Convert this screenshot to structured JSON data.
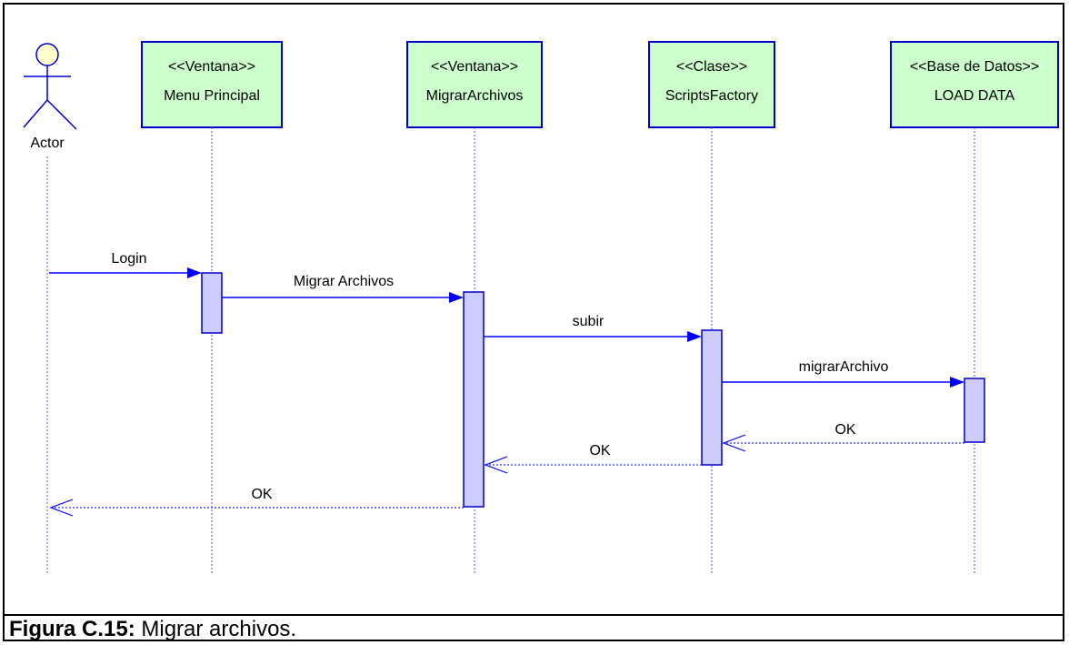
{
  "actor": {
    "label": "Actor"
  },
  "objects": [
    {
      "id": "menu",
      "stereotype": "<<Ventana>>",
      "name": "Menu Principal"
    },
    {
      "id": "migrar",
      "stereotype": "<<Ventana>>",
      "name": "MigrarArchivos"
    },
    {
      "id": "scripts",
      "stereotype": "<<Clase>>",
      "name": "ScriptsFactory"
    },
    {
      "id": "load",
      "stereotype": "<<Base de Datos>>",
      "name": "LOAD DATA"
    }
  ],
  "messages": [
    {
      "label": "Login",
      "from": "actor",
      "to": "menu",
      "kind": "call"
    },
    {
      "label": "Migrar Archivos",
      "from": "menu",
      "to": "migrar",
      "kind": "call"
    },
    {
      "label": "subir",
      "from": "migrar",
      "to": "scripts",
      "kind": "call"
    },
    {
      "label": "migrarArchivo",
      "from": "scripts",
      "to": "load",
      "kind": "call"
    },
    {
      "label": "OK",
      "from": "load",
      "to": "scripts",
      "kind": "return"
    },
    {
      "label": "OK",
      "from": "scripts",
      "to": "migrar",
      "kind": "return"
    },
    {
      "label": "OK",
      "from": "migrar",
      "to": "actor",
      "kind": "return"
    }
  ],
  "caption": {
    "number": "Figura C.15:",
    "text": " Migrar archivos."
  },
  "colors": {
    "object_fill": "#ccffcc",
    "object_border": "#0000cc",
    "activation_fill": "#ccccff",
    "message": "#0000ff",
    "actor_head": "#ffffcc"
  }
}
